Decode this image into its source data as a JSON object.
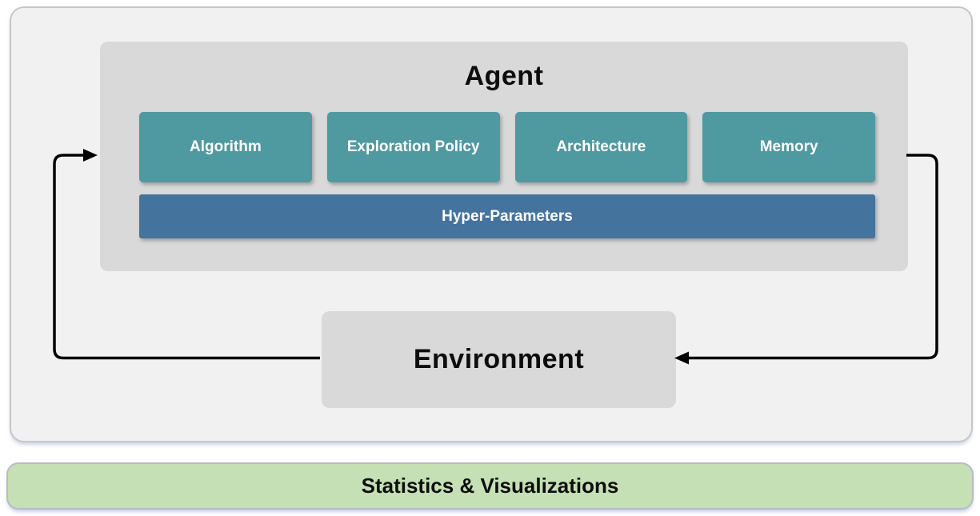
{
  "figure": {
    "agent": {
      "title": "Agent",
      "components": [
        {
          "label": "Algorithm"
        },
        {
          "label": "Exploration Policy"
        },
        {
          "label": "Architecture"
        },
        {
          "label": "Memory"
        }
      ],
      "hyper_parameters": {
        "label": "Hyper-Parameters"
      }
    },
    "environment": {
      "label": "Environment"
    },
    "statistics_bar": {
      "label": "Statistics & Visualizations"
    },
    "colors": {
      "component_teal": "#4f99a1",
      "hyper_parameters_blue": "#44739e",
      "statistics_green": "#c5e0b4",
      "panel_gray": "#d9d9d9",
      "canvas_gray": "#f1f1f1",
      "arrow_black": "#000000"
    }
  }
}
